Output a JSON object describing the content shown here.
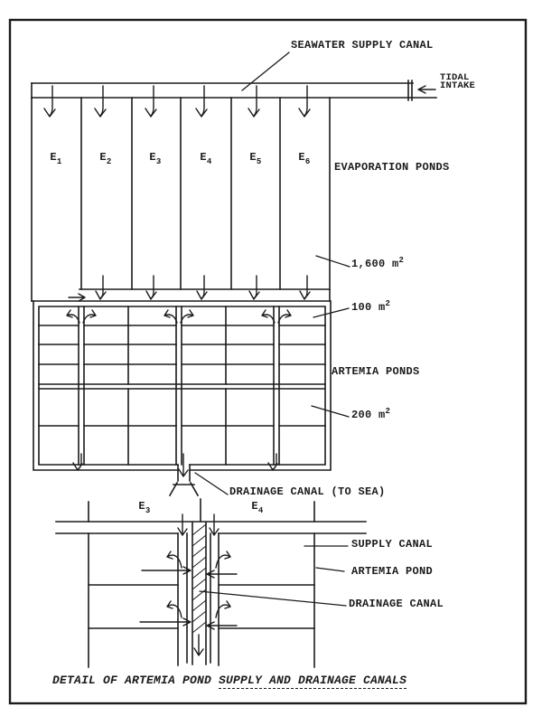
{
  "main_diagram": {
    "seawater_canal_label": "SEAWATER SUPPLY CANAL",
    "tidal_intake": {
      "line1": "TIDAL",
      "line2": "INTAKE"
    },
    "evaporation": {
      "section_label": "EVAPORATION PONDS",
      "pond_area": {
        "value": "1,600 m",
        "sup": "2"
      },
      "ponds": [
        {
          "base": "E",
          "sub": "1"
        },
        {
          "base": "E",
          "sub": "2"
        },
        {
          "base": "E",
          "sub": "3"
        },
        {
          "base": "E",
          "sub": "4"
        },
        {
          "base": "E",
          "sub": "5"
        },
        {
          "base": "E",
          "sub": "6"
        }
      ]
    },
    "artemia": {
      "section_label": "ARTEMIA PONDS",
      "small_pond_area": {
        "value": "100 m",
        "sup": "2"
      },
      "large_pond_area": {
        "value": "200 m",
        "sup": "2"
      }
    },
    "drainage_label": "DRAINAGE CANAL (TO SEA)"
  },
  "detail_diagram": {
    "pond_labels": [
      {
        "base": "E",
        "sub": "3"
      },
      {
        "base": "E",
        "sub": "4"
      }
    ],
    "supply_canal_label": "SUPPLY CANAL",
    "artemia_pond_label": "ARTEMIA POND",
    "drainage_canal_label": "DRAINAGE CANAL"
  },
  "caption": {
    "prefix": "DETAIL OF ARTEMIA POND ",
    "underlined": "SUPPLY AND DRAINAGE CANALS"
  },
  "colors": {
    "ink": "#1b1b1b",
    "paper": "#ffffff"
  }
}
